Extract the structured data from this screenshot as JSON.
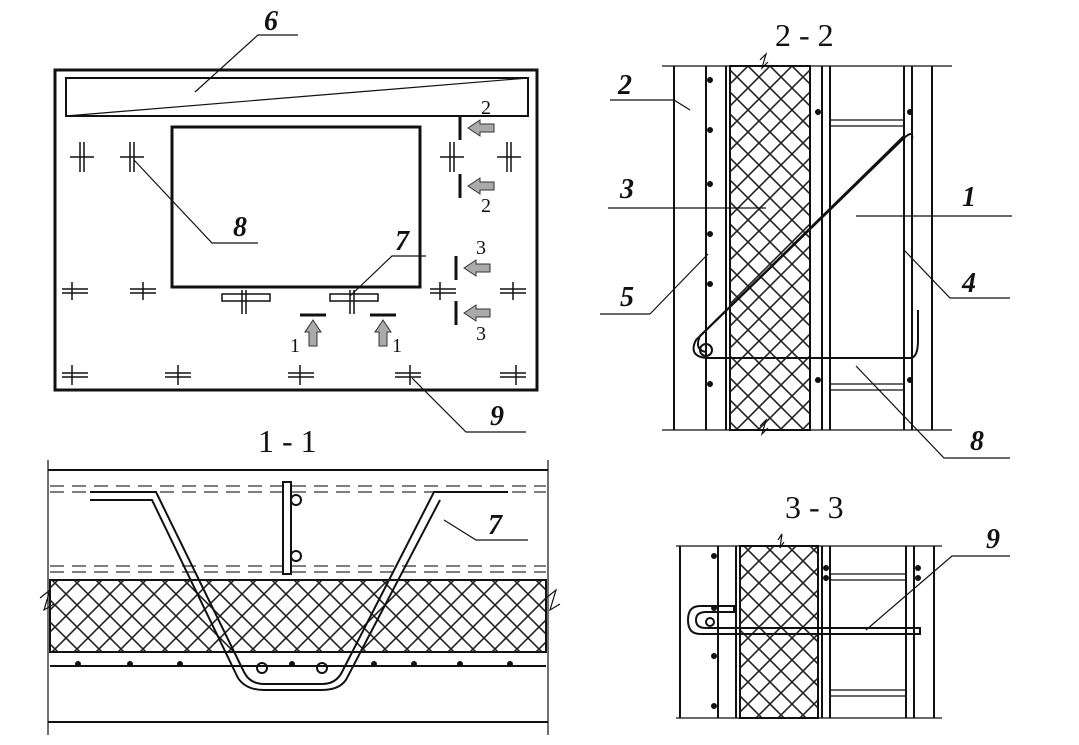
{
  "sections": {
    "s11": "1 - 1",
    "s22": "2 - 2",
    "s33": "3 - 3"
  },
  "labels": {
    "l1": "1",
    "l2": "2",
    "l3": "3",
    "l4": "4",
    "l5": "5",
    "l6": "6",
    "l7a": "7",
    "l7b": "7",
    "l8a": "8",
    "l8b": "8",
    "l9a": "9",
    "l9b": "9"
  },
  "cut_marks": {
    "m1a": "1",
    "m1b": "1",
    "m2a": "2",
    "m2b": "2",
    "m3a": "3",
    "m3b": "3"
  }
}
